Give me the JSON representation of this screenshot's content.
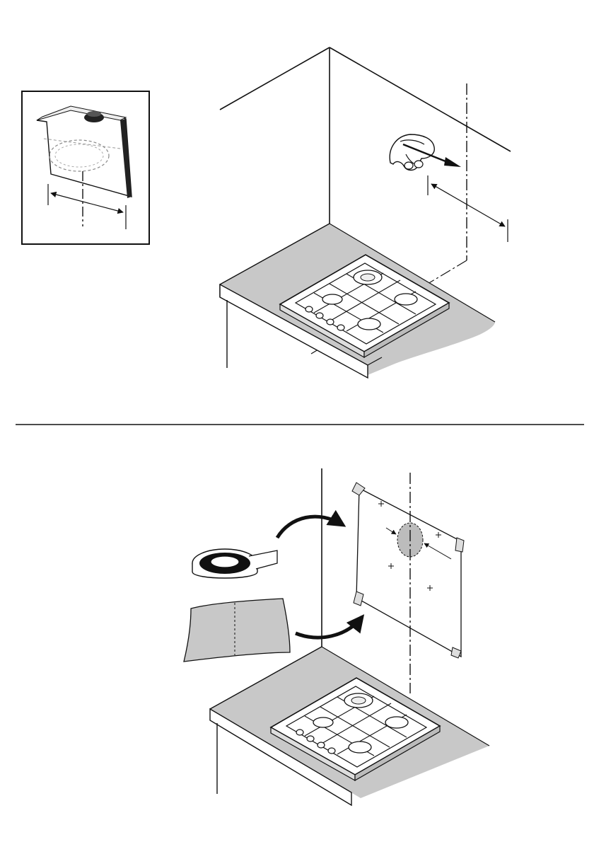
{
  "figure": {
    "panels": [
      {
        "id": "step-1",
        "parts": [
          "inset-hood",
          "wall-corner",
          "hand-with-pencil",
          "countertop",
          "gas-hob",
          "center-line",
          "width-dimension"
        ]
      },
      {
        "id": "step-2",
        "parts": [
          "tape-roll",
          "paper-template",
          "wall-edge",
          "template-on-wall",
          "center-line",
          "countertop",
          "gas-hob"
        ]
      }
    ],
    "colors": {
      "line": "#111111",
      "fill_gray": "#c8c8c8",
      "fill_white": "#ffffff",
      "template_hole": "#bcbcbc"
    }
  }
}
